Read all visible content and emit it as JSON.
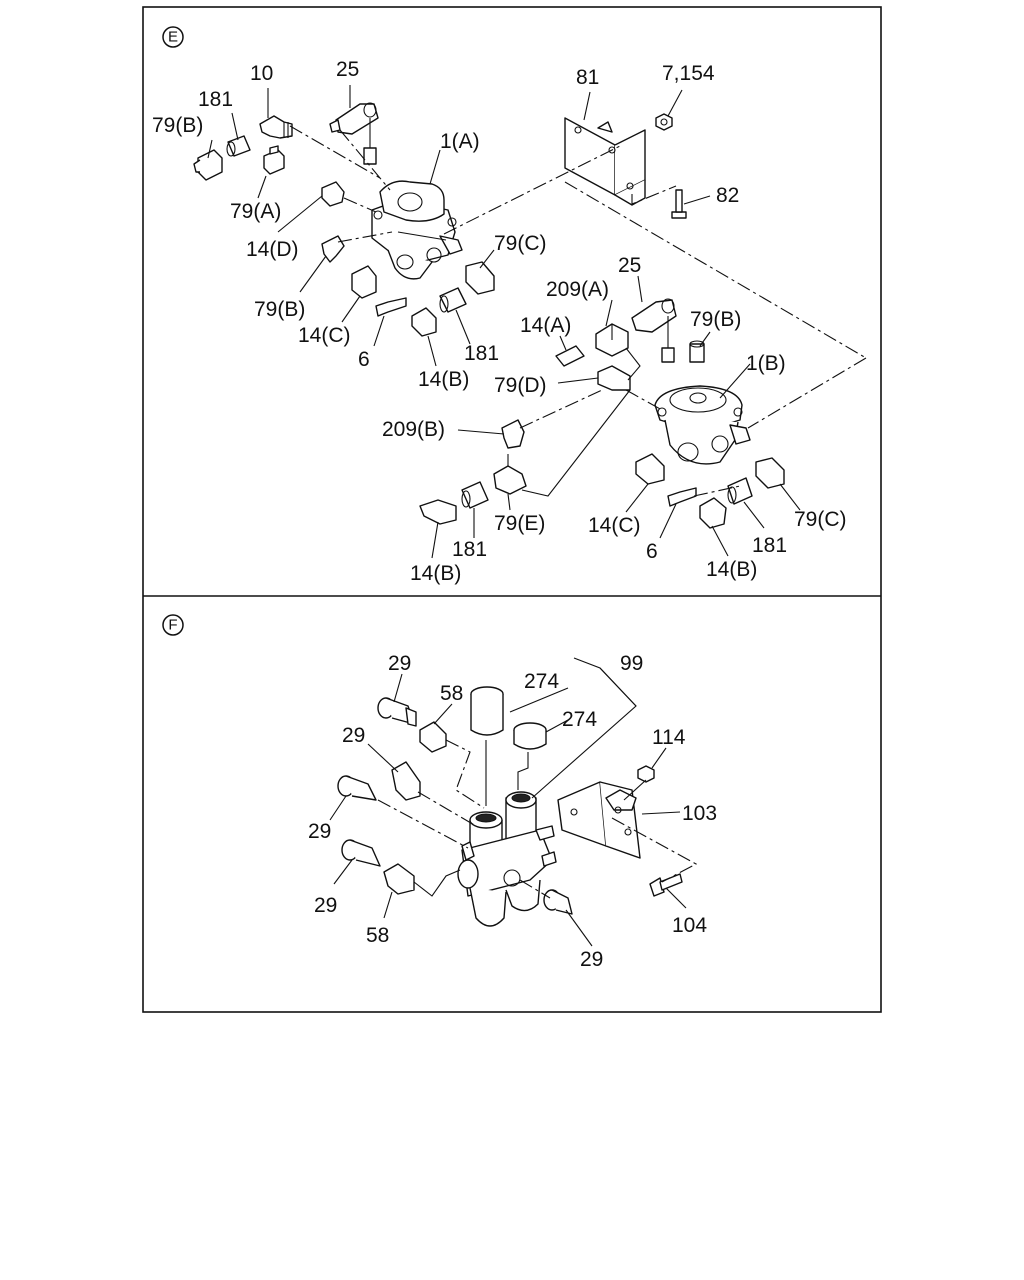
{
  "sections": [
    {
      "id": "E",
      "marker": "E"
    },
    {
      "id": "F",
      "marker": "F"
    }
  ],
  "labels": {
    "e_79b_a": "79(B)",
    "e_181_a": "181",
    "e_10": "10",
    "e_25_a": "25",
    "e_81": "81",
    "e_7_154": "7,154",
    "e_1a": "1(A)",
    "e_82": "82",
    "e_79a": "79(A)",
    "e_14d": "14(D)",
    "e_79c_a": "79(C)",
    "e_79b_b": "79(B)",
    "e_14c_a": "14(C)",
    "e_6_a": "6",
    "e_181_b": "181",
    "e_14b_a": "14(B)",
    "e_209a": "209(A)",
    "e_25_b": "25",
    "e_14a": "14(A)",
    "e_79b_c": "79(B)",
    "e_1b": "1(B)",
    "e_79d": "79(D)",
    "e_209b": "209(B)",
    "e_79e": "79(E)",
    "e_14c_b": "14(C)",
    "e_79c_b": "79(C)",
    "e_181_c": "181",
    "e_14b_b": "14(B)",
    "e_6_b": "6",
    "e_181_d": "181",
    "e_14b_c": "14(B)",
    "f_29_a": "29",
    "f_58_a": "58",
    "f_274_a": "274",
    "f_99": "99",
    "f_274_b": "274",
    "f_114": "114",
    "f_29_b": "29",
    "f_103": "103",
    "f_29_c": "29",
    "f_29_d": "29",
    "f_58_b": "58",
    "f_104": "104",
    "f_29_e": "29"
  }
}
